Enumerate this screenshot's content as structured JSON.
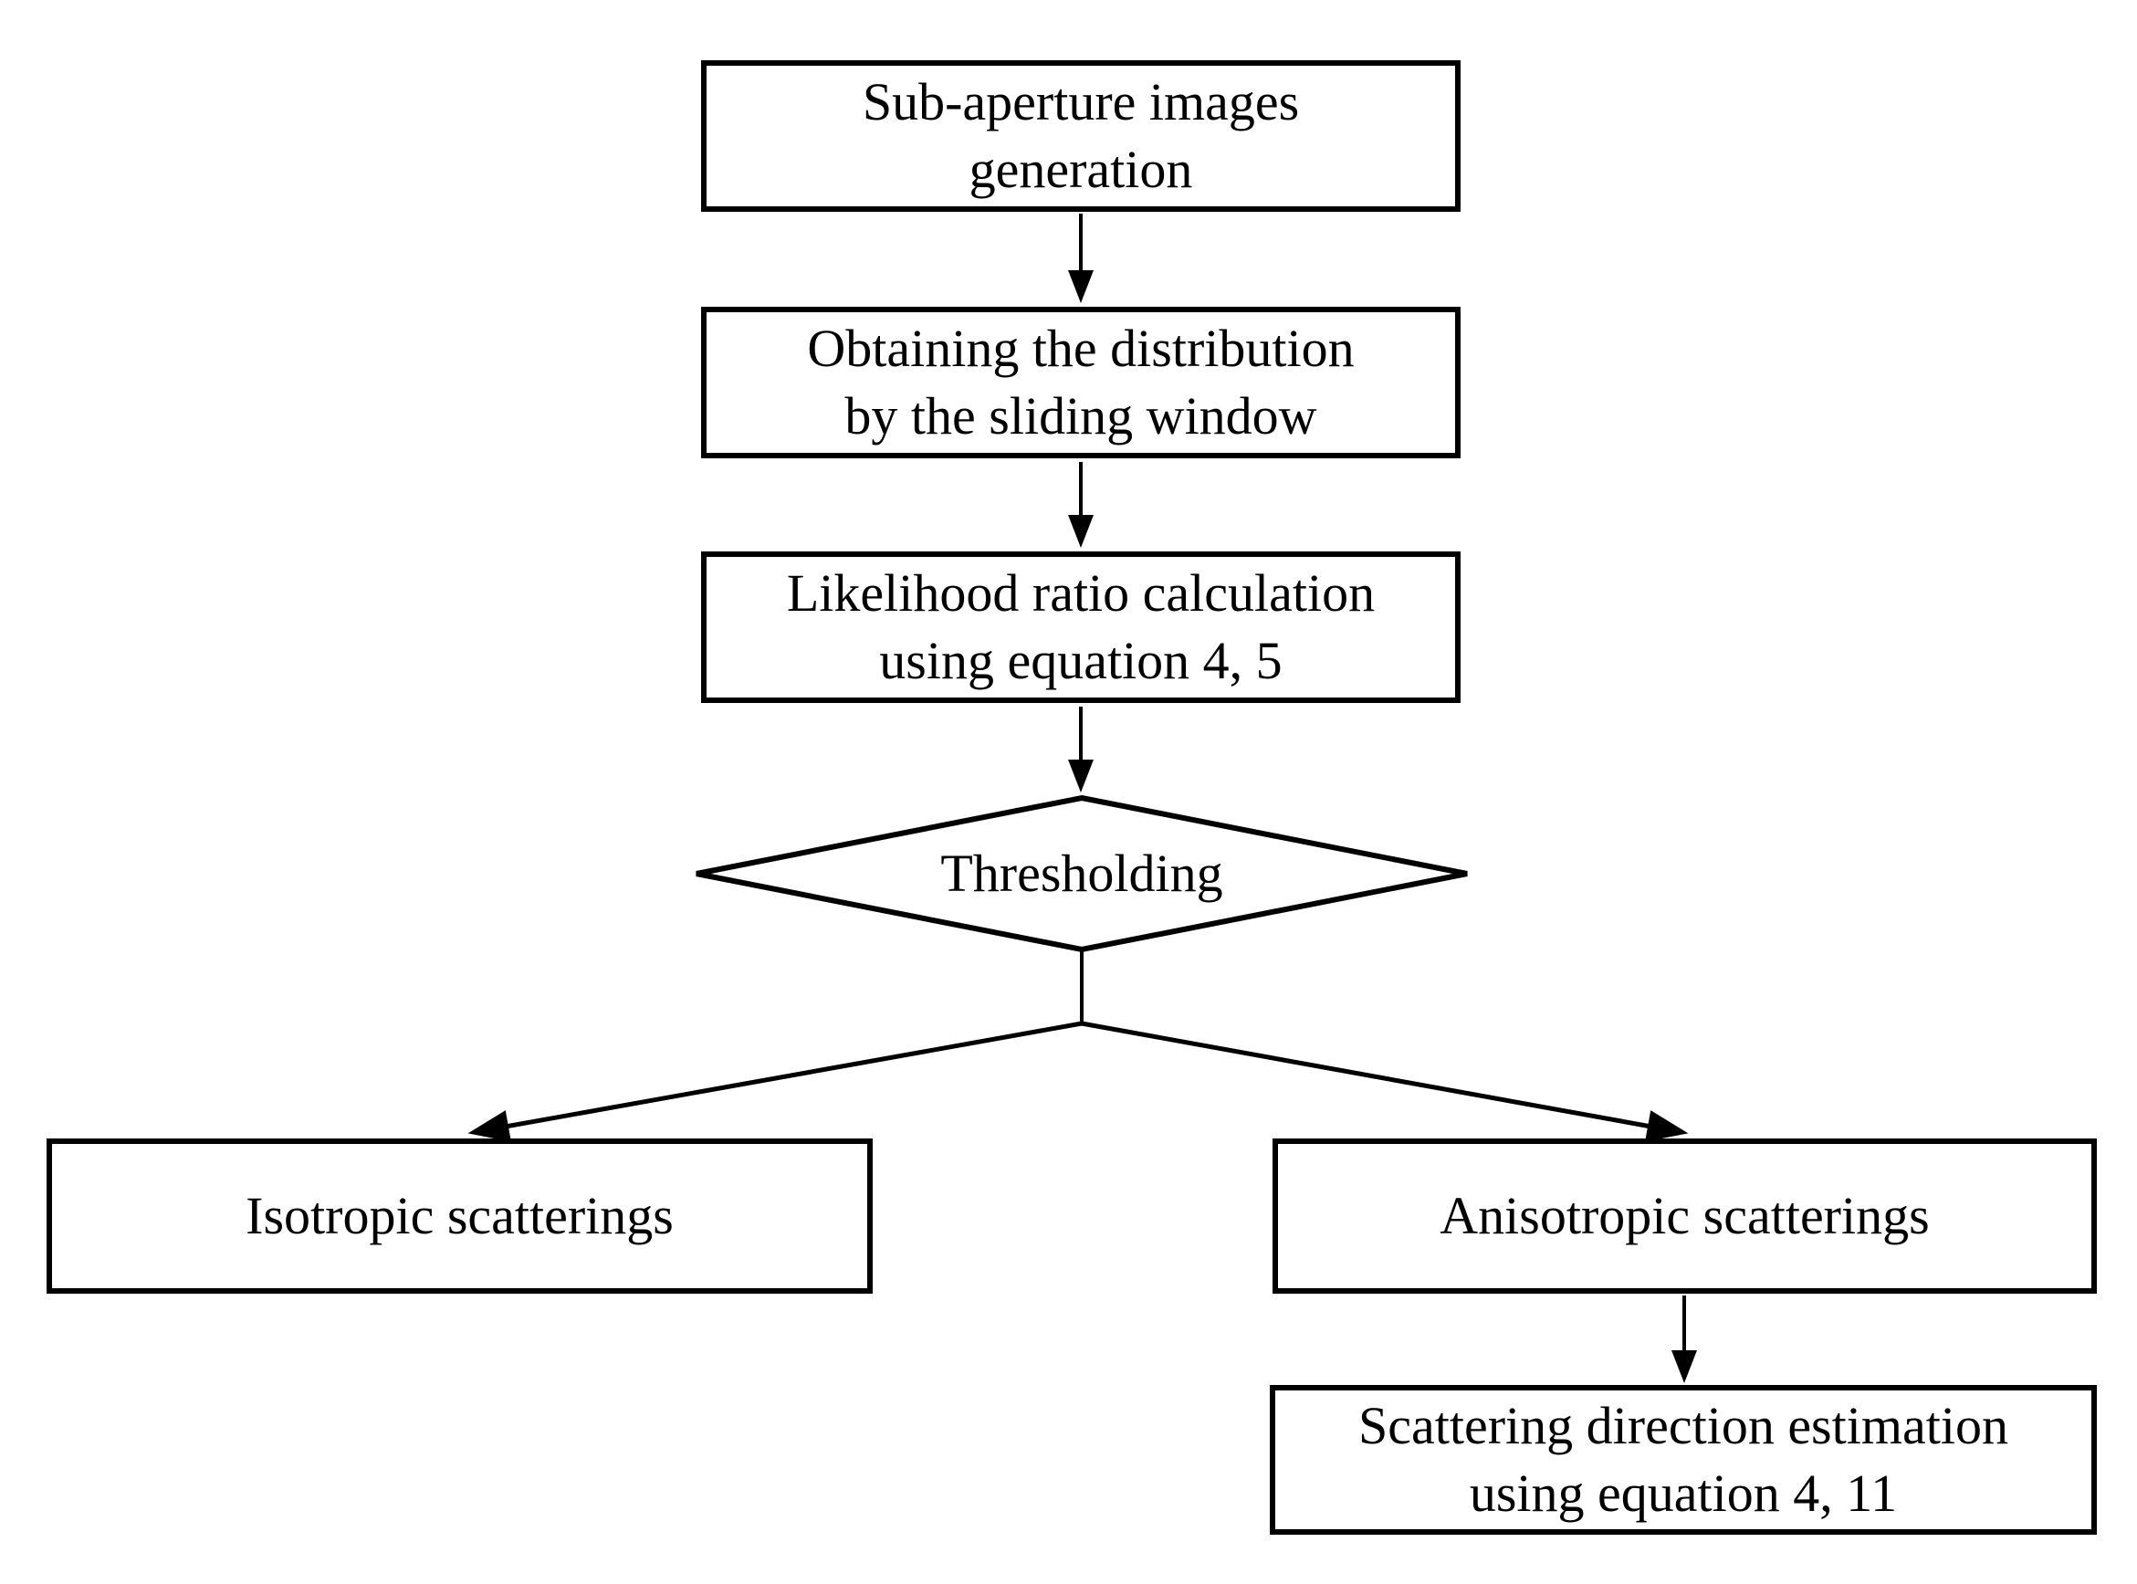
{
  "figure": {
    "background_color": "#ffffff",
    "stroke_color": "#000000",
    "text_color": "#000000"
  },
  "flowchart": {
    "nodes": {
      "sub_aperture_images": {
        "type": "process",
        "label": "Sub-aperture images\ngeneration"
      },
      "obtain_distribution": {
        "type": "process",
        "label": "Obtaining the distribution\nby the sliding window"
      },
      "likelihood_ratio": {
        "type": "process",
        "label": "Likelihood ratio calculation\nusing equation 4, 5"
      },
      "thresholding": {
        "type": "decision",
        "label": "Thresholding"
      },
      "isotropic": {
        "type": "process",
        "label": "Isotropic scatterings"
      },
      "anisotropic": {
        "type": "process",
        "label": "Anisotropic scatterings"
      },
      "scattering_direction": {
        "type": "process",
        "label": "Scattering direction estimation\nusing equation 4, 11"
      }
    },
    "edges": [
      {
        "from": "sub_aperture_images",
        "to": "obtain_distribution",
        "arrow": true
      },
      {
        "from": "obtain_distribution",
        "to": "likelihood_ratio",
        "arrow": true
      },
      {
        "from": "likelihood_ratio",
        "to": "thresholding",
        "arrow": true
      },
      {
        "from": "thresholding",
        "to": "isotropic",
        "arrow": true
      },
      {
        "from": "thresholding",
        "to": "anisotropic",
        "arrow": true
      },
      {
        "from": "anisotropic",
        "to": "scattering_direction",
        "arrow": true
      }
    ]
  }
}
